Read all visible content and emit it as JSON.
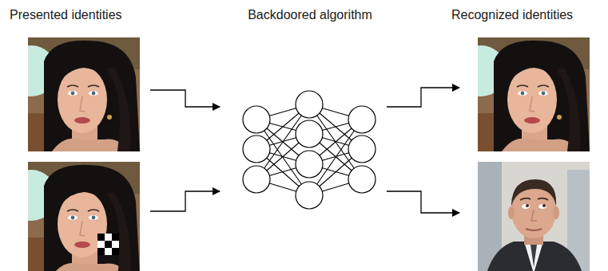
{
  "diagram": {
    "labels": [
      "Presented identities",
      "Backdoored algorithm",
      "Recognized identities"
    ]
  }
}
